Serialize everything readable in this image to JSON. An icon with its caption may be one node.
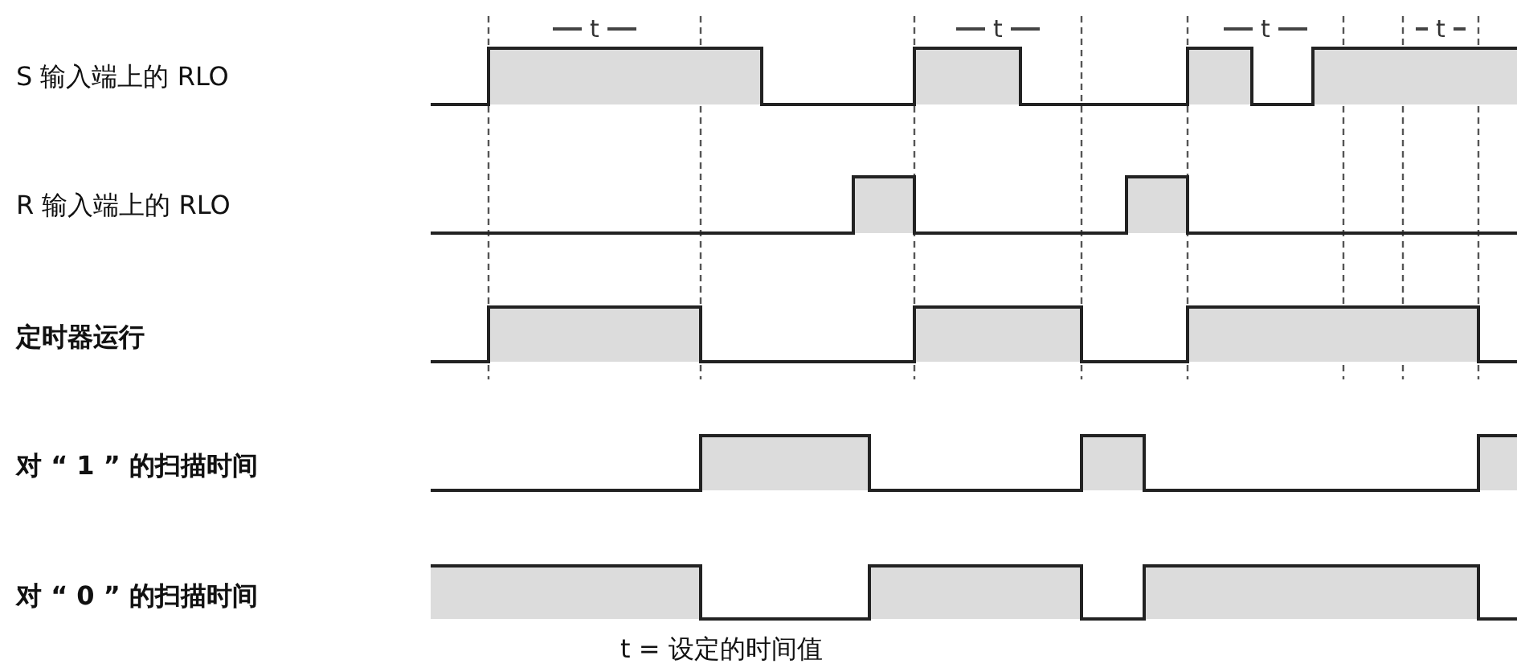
{
  "diagram": {
    "caption": "t = 设定的时间值",
    "labels": [
      "S 输入端上的 RLO",
      "R 输入端上的 RLO",
      "定时器运行",
      "对 “ 1 ” 的扫描时间",
      "对 “ 0 ” 的扫描时间",
      "t",
      "t",
      "t",
      "t"
    ]
  }
}
